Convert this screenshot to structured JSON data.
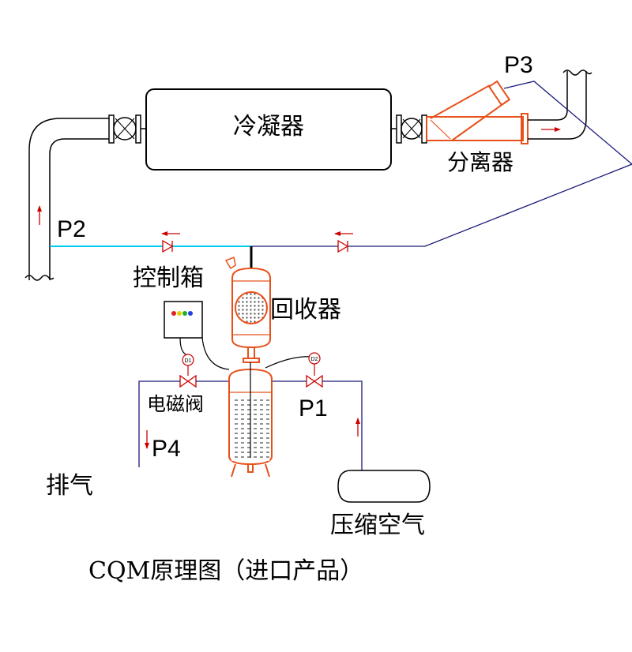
{
  "labels": {
    "condenser": "冷凝器",
    "separator": "分离器",
    "p3": "P3",
    "p2": "P2",
    "control_box": "控制箱",
    "recovery": "回收器",
    "solenoid_valve": "电磁阀",
    "p1": "P1",
    "p4": "P4",
    "exhaust": "排气",
    "compressed_air": "压缩空气",
    "caption": "CQM原理图（进口产品）",
    "d1": "D1",
    "d2": "D2"
  },
  "colors": {
    "pipe_black": "#000000",
    "pipe_cyan": "#00ccee",
    "pipe_navy": "#1a1a7a",
    "equipment_orange": "#e8501a",
    "arrow_red": "#cc0000",
    "indicator_red": "#e02020",
    "indicator_yellow": "#e0d000",
    "indicator_green": "#20b020",
    "indicator_blue": "#2040e0"
  }
}
